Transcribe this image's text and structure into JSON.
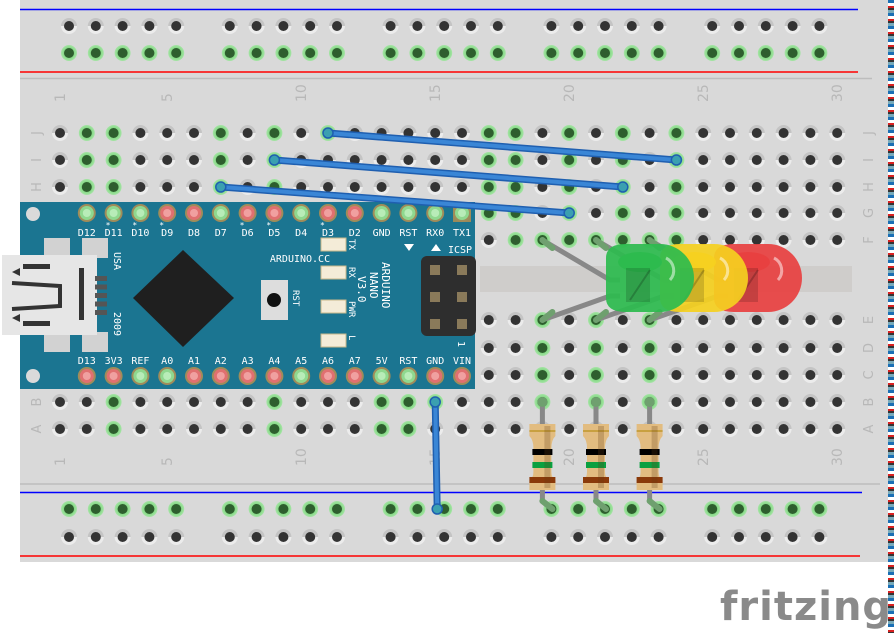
{
  "app": {
    "logo_text": "fritzing"
  },
  "breadboard": {
    "columns": 30,
    "column_labels": [
      "1",
      "5",
      "10",
      "15",
      "20",
      "25",
      "30"
    ],
    "column_label_numbers": [
      1,
      5,
      10,
      15,
      20,
      25,
      30
    ],
    "rows_top": [
      "J",
      "I",
      "H",
      "G",
      "F"
    ],
    "rows_bottom": [
      "E",
      "D",
      "C",
      "B",
      "A"
    ],
    "rails": {
      "top": {
        "negative_color": "#0000ff",
        "positive_color": "#ff0000"
      },
      "bottom": {
        "negative_color": "#0000ff",
        "positive_color": "#ff0000"
      }
    }
  },
  "arduino": {
    "board_color": "#1b7591",
    "top_pins": [
      "D12",
      "D11",
      "D10",
      "D9",
      "D8",
      "D7",
      "D6",
      "D5",
      "D4",
      "D3",
      "D2",
      "GND",
      "RST",
      "RX0",
      "TX1"
    ],
    "top_pin_pwm": [
      false,
      true,
      true,
      true,
      false,
      false,
      true,
      true,
      false,
      true,
      false,
      false,
      false,
      false,
      false
    ],
    "top_pin_connected": [
      true,
      true,
      true,
      false,
      false,
      true,
      false,
      false,
      true,
      false,
      false,
      true,
      true,
      true,
      true
    ],
    "bottom_pins": [
      "D13",
      "3V3",
      "REF",
      "A0",
      "A1",
      "A2",
      "A3",
      "A4",
      "A5",
      "A6",
      "A7",
      "5V",
      "RST",
      "GND",
      "VIN"
    ],
    "bottom_pin_connected": [
      false,
      false,
      true,
      true,
      false,
      false,
      false,
      false,
      true,
      false,
      false,
      true,
      true,
      false,
      false
    ],
    "labels": {
      "usa": "USA",
      "year": "2009",
      "brand": "ARDUINO.CC",
      "model_line1": "ARDUINO",
      "model_line2": "NANO",
      "model_line3": "V3.0",
      "icsp": "ICSP",
      "icsp_pin1": "1",
      "reset_label": "RST",
      "led_tx": "TX",
      "led_rx": "RX",
      "led_pwr": "PWR",
      "led_l": "L"
    }
  },
  "components": {
    "leds": [
      {
        "name": "green-led",
        "color": "#2dbb4e",
        "anode_col": 20,
        "cathode_col": 19
      },
      {
        "name": "yellow-led",
        "color": "#f5d020",
        "anode_col": 22,
        "cathode_col": 21
      },
      {
        "name": "red-led",
        "color": "#e84040",
        "anode_col": 24,
        "cathode_col": 23
      }
    ],
    "resistors": [
      {
        "name": "resistor-1",
        "col": 19,
        "bands": [
          "#000000",
          "#0aa040",
          "#8a3a0a",
          "#c8a040"
        ]
      },
      {
        "name": "resistor-2",
        "col": 21,
        "bands": [
          "#000000",
          "#0aa040",
          "#8a3a0a",
          "#c8a040"
        ]
      },
      {
        "name": "resistor-3",
        "col": 23,
        "bands": [
          "#000000",
          "#0aa040",
          "#8a3a0a",
          "#c8a040"
        ]
      }
    ],
    "wires": [
      {
        "name": "wire-d2-to-led-red",
        "from": {
          "col": 11,
          "row": "J"
        },
        "to": {
          "col": 24,
          "row": "I"
        },
        "color": "#3a86d6"
      },
      {
        "name": "wire-d4-to-led-yellow",
        "from": {
          "col": 9,
          "row": "I"
        },
        "to": {
          "col": 22,
          "row": "H"
        },
        "color": "#3a86d6"
      },
      {
        "name": "wire-d7-to-led-green",
        "from": {
          "col": 7,
          "row": "H"
        },
        "to": {
          "col": 20,
          "row": "G"
        },
        "color": "#3a86d6"
      },
      {
        "name": "wire-gnd-to-rail",
        "from": {
          "col": 15,
          "row": "B"
        },
        "to": {
          "col": 14,
          "rail": "bottom-negative"
        },
        "color": "#3a86d6"
      }
    ]
  }
}
